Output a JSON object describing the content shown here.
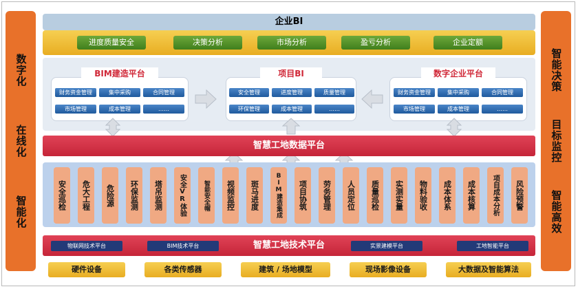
{
  "side_left": [
    "数字化",
    "在线化",
    "智能化"
  ],
  "side_right": [
    "智能决策",
    "目标监控",
    "智能高效"
  ],
  "bi_title": "企业BI",
  "bi_items": [
    "进度质量安全",
    "决策分析",
    "市场分析",
    "盈亏分析",
    "企业定额"
  ],
  "platforms": {
    "bim": {
      "title": "BIM建造平台",
      "chips": [
        "财务资金管理",
        "集中采购",
        "合同管理",
        "市场管理",
        "成本管理",
        "……"
      ]
    },
    "project": {
      "title": "项目BI",
      "chips": [
        "安全管理",
        "进度管理",
        "质量管理",
        "环保管理",
        "成本管理",
        "……"
      ]
    },
    "enterprise": {
      "title": "数字企业平台",
      "chips": [
        "财务资金管理",
        "集中采购",
        "合同管理",
        "市场管理",
        "成本管理",
        "……"
      ]
    }
  },
  "data_platform": "智慧工地数据平台",
  "modules": [
    "安全巡检",
    "危大工程",
    "危险源",
    "环保监测",
    "塔吊监测",
    "安全VR体验",
    "智能安全帽",
    "视频监控",
    "斑马进度",
    "BIM建造集成",
    "项目协筑",
    "劳务管理",
    "人员定位",
    "质量巡检",
    "实测实量",
    "物料验收",
    "成本体系",
    "成本核算",
    "项目成本分析",
    "风险预警"
  ],
  "tech_platform": "智慧工地技术平台",
  "tech_items": [
    "物联网技术平台",
    "BIM技术平台",
    "实景建模平台",
    "工地智能平台"
  ],
  "foundation": [
    "硬件设备",
    "各类传感器",
    "建筑 / 场地模型",
    "现场影像设备",
    "大数据及智能算法"
  ],
  "colors": {
    "orange": "#e8712a",
    "red": "#d02838",
    "blue": "#1f5a9d",
    "navy": "#233a78",
    "yellow": "#f0c040",
    "green": "#4f8f2a"
  }
}
